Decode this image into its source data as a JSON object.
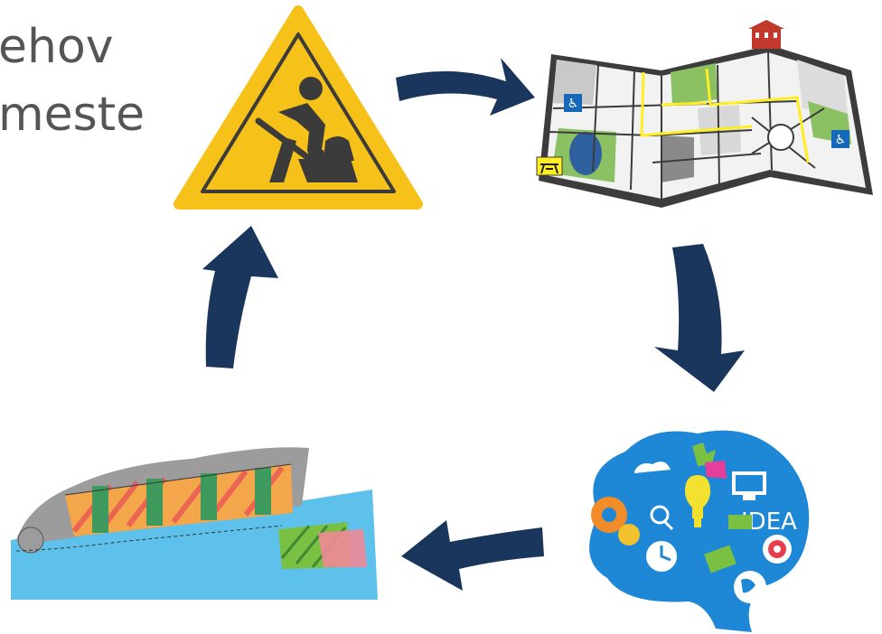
{
  "title": {
    "line1": "ehov",
    "line2": "meste"
  },
  "colors": {
    "arrow": "#1b365d",
    "sign_yellow": "#f6c21a",
    "sign_dark": "#3b3b3b",
    "map_green": "#8cc163",
    "map_road": "#ffee22",
    "water": "#5ec1ec",
    "brain_blue": "#1e88d6"
  },
  "icons": {
    "construction": "construction-sign-icon",
    "city_map": "city-map-icon",
    "brain": "brain-ideas-icon",
    "zoning": "zoning-plan-map-icon"
  },
  "brain": {
    "idea_label": "IDEA"
  }
}
